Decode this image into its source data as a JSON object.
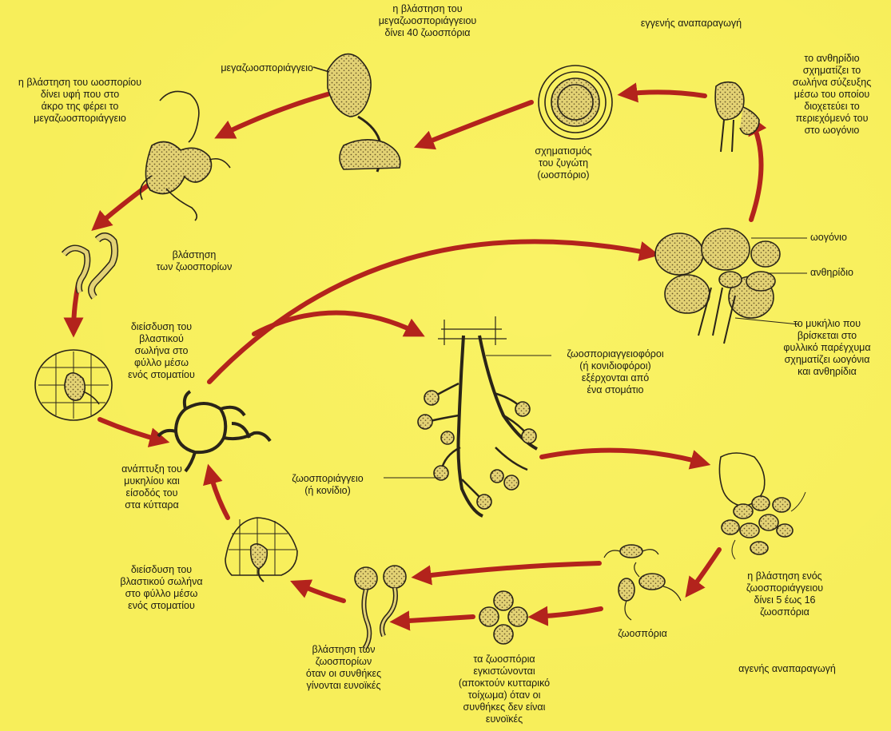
{
  "colors": {
    "background": "#f7ee5a",
    "arrow": "#b3231c",
    "ink": "#2a2418",
    "cell_fill": "#d9c96a"
  },
  "labels": {
    "megasporangium_germination": "η βλάστηση του\nμεγαζωοσποριάγγειου\nδίνει 40 ζωοσπόρια",
    "sexual_reproduction": "εγγενής αναπαραγωγή",
    "antheridium_tube": "το ανθηρίδιο\nσχηματίζει το\nσωλήνα σύζευξης\nμέσω του οποίου\nδιοχετεύει το\nπεριεχόμενό του\nστο ωογόνιο",
    "megasporangium": "μεγαζωοσποριάγγειο",
    "oospore_germination": "η βλάστηση του ωοσπορίου\nδίνει υφή που στο\nάκρο της φέρει το\nμεγαζωοσποριάγγειο",
    "zygote_formation": "σχηματισμός\nτου ζυγώτη\n(ωοσπόριο)",
    "zoospore_germination": "βλάστηση\nτων ζωοσπορίων",
    "oogonium": "ωογόνιο",
    "antheridium": "ανθηρίδιο",
    "mycelium_forms": "το μυκήλιο που\nβρίσκεται στο\nφυλλικό παρέγχυμα\nσχηματίζει ωογόνια\nκαι ανθηρίδια",
    "penetration_top": "διείσδυση του\nβλαστικού\nσωλήνα στο\nφύλλο μέσω\nενός στοματίου",
    "sporangiophores": "ζωοσποριαγγειοφόροι\n(ή κονιδιοφόροι)\nεξέρχονται από\nένα στομάτιο",
    "mycelium_development": "ανάπτυξη του\nμυκηλίου και\nείσοδός του\nστα κύτταρα",
    "zoosporangium": "ζωοσποριάγγειο\n(ή κονίδιο)",
    "penetration_bottom": "διείσδυση του\nβλαστικού σωλήνα\nστο φύλλο μέσω\nενός στοματίου",
    "zoosporangium_germination": "η βλάστηση ενός\nζωοσποριάγγειου\nδίνει 5 έως 16\nζωοσπόρια",
    "zoospores": "ζωοσπόρια",
    "zoospore_germination_favorable": "βλάστηση των\nζωοσπορίων\nόταν οι συνθήκες\nγίνονται ευνοϊκές",
    "zoospores_encyst": "τα ζωοσπόρια\nεγκιστώνονται\n(αποκτούν κυτταρικό\nτοίχωμα) όταν οι\nσυνθήκες δεν είναι\nευνοϊκές",
    "asexual_reproduction": "αγενής αναπαραγωγή"
  }
}
